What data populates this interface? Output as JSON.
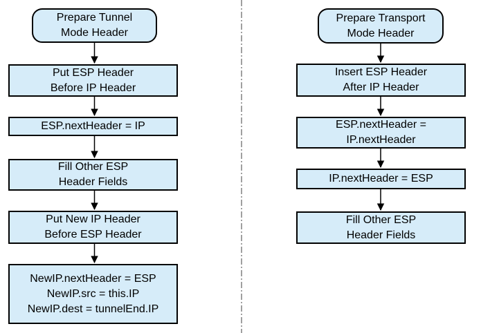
{
  "colors": {
    "box_fill": "#d6ecf9",
    "box_border": "#000000",
    "divider": "#808080",
    "arrow": "#000000"
  },
  "flow": {
    "tunnel": {
      "nodes": [
        {
          "type": "start",
          "lines": [
            "Prepare Tunnel",
            "Mode Header"
          ]
        },
        {
          "type": "process",
          "lines": [
            "Put ESP Header",
            "Before IP Header"
          ]
        },
        {
          "type": "process",
          "lines": [
            "ESP.nextHeader = IP"
          ]
        },
        {
          "type": "process",
          "lines": [
            "Fill Other ESP",
            "Header Fields"
          ]
        },
        {
          "type": "process",
          "lines": [
            "Put New IP Header",
            "Before ESP Header"
          ]
        },
        {
          "type": "process",
          "lines": [
            "NewIP.nextHeader = ESP",
            "NewIP.src = this.IP",
            "NewIP.dest = tunnelEnd.IP"
          ]
        }
      ]
    },
    "transport": {
      "nodes": [
        {
          "type": "start",
          "lines": [
            "Prepare Transport",
            "Mode Header"
          ]
        },
        {
          "type": "process",
          "lines": [
            "Insert ESP Header",
            "After IP Header"
          ]
        },
        {
          "type": "process",
          "lines": [
            "ESP.nextHeader =",
            "IP.nextHeader"
          ]
        },
        {
          "type": "process",
          "lines": [
            "IP.nextHeader = ESP"
          ]
        },
        {
          "type": "process",
          "lines": [
            "Fill Other ESP",
            "Header Fields"
          ]
        }
      ]
    }
  }
}
